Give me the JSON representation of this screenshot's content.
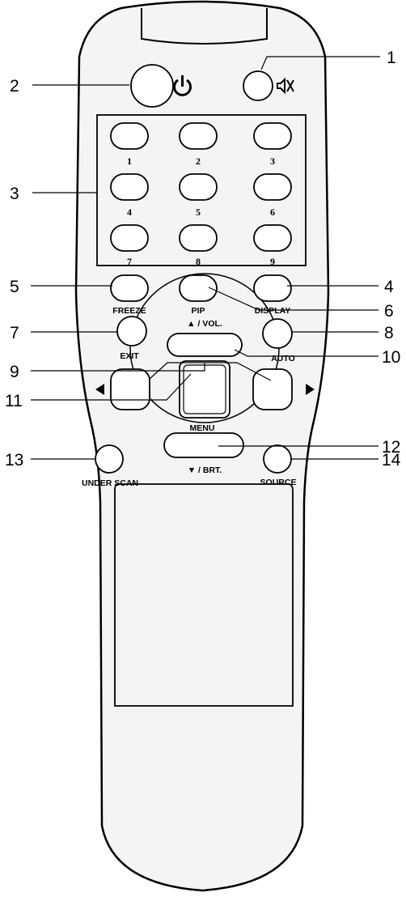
{
  "callouts": [
    "1",
    "2",
    "3",
    "4",
    "5",
    "6",
    "7",
    "8",
    "9",
    "10",
    "11",
    "12",
    "13",
    "14"
  ],
  "labels": {
    "num1": "1",
    "num2": "2",
    "num3": "3",
    "num4": "4",
    "num5": "5",
    "num6": "6",
    "num7": "7",
    "num8": "8",
    "num9": "9",
    "freeze": "FREEZE",
    "pip": "PIP",
    "display": "DISPLAY",
    "exit": "EXIT",
    "auto": "AUTO",
    "vol": "▲ / VOL.",
    "menu": "MENU",
    "brt": "▼ / BRT.",
    "under_scan": "UNDER SCAN",
    "source": "SOURCE"
  },
  "icons": {
    "power": "power-icon",
    "mute": "mute-icon",
    "left": "left-arrow-icon",
    "right": "right-arrow-icon"
  }
}
